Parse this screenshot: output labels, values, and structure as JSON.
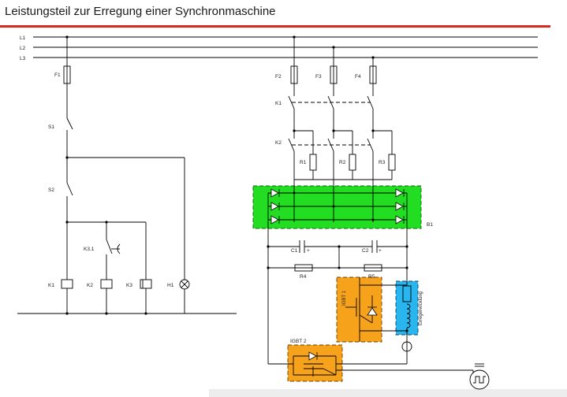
{
  "title": "Leistungsteil zur Erregung einer Synchronmaschine",
  "colors": {
    "accent_rule": "#d7281e",
    "rectifier_fill": "#22dd22",
    "igbt_fill": "#f7a21b",
    "winding_fill": "#29b6ef"
  },
  "labels": {
    "l1": "L1",
    "l2": "L2",
    "l3": "L3",
    "f1": "F1",
    "f2": "F2",
    "f3": "F3",
    "f4": "F4",
    "s1": "S1",
    "s2": "S2",
    "k1_contact": "K1",
    "k2_contact": "K2",
    "k3_1": "K3.1",
    "k1_coil": "K1",
    "k2_coil": "K2",
    "k3_coil": "K3",
    "h1": "H1",
    "r1": "R1",
    "r2": "R2",
    "r3": "R3",
    "b1": "B1",
    "c1": "C1",
    "c2": "C2",
    "c1_plus": "+",
    "c2_plus": "+",
    "r4": "R4",
    "r5": "R5",
    "igbt1": "IGBT 1",
    "igbt2": "IGBT 2",
    "erregerwicklung": "Erregerwicklung"
  }
}
